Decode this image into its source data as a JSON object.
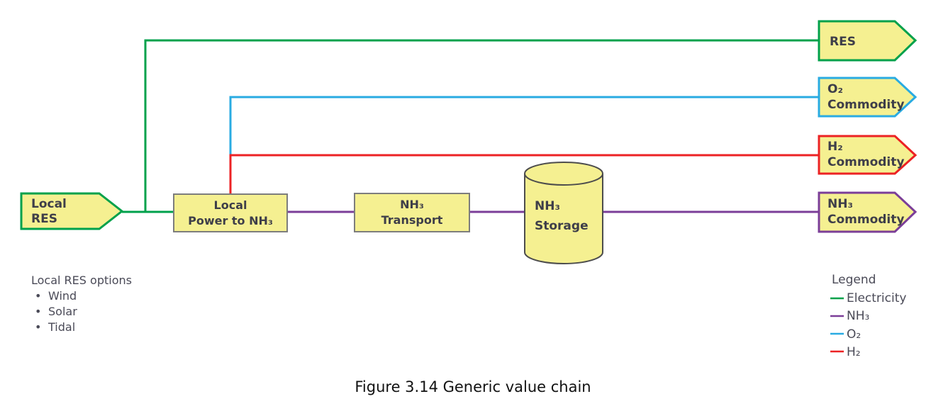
{
  "caption": "Figure 3.14 Generic value chain",
  "palette": {
    "electricity": "#00A14B",
    "ammonia": "#7B3E98",
    "oxygen": "#29ABE2",
    "hydrogen": "#EC2224",
    "node_fill": "#F5F091",
    "node_border_gray": "#7D7D7D",
    "text": "#3E3E49"
  },
  "nodes": {
    "local_res": {
      "line1": "Local",
      "line2": "RES"
    },
    "power_to_nh3": {
      "line1": "Local",
      "line2": "Power to NH₃"
    },
    "nh3_transport": {
      "line1": "NH₃",
      "line2": "Transport"
    },
    "nh3_storage": {
      "line1": "NH₃",
      "line2": "Storage"
    },
    "res": {
      "line1": "RES"
    },
    "o2_commodity": {
      "line1": "O₂",
      "line2": "Commodity"
    },
    "h2_commodity": {
      "line1": "H₂",
      "line2": "Commodity"
    },
    "nh3_commodity": {
      "line1": "NH₃",
      "line2": "Commodity"
    }
  },
  "res_options": {
    "title": "Local RES options",
    "bullet": "•",
    "items": [
      "Wind",
      "Solar",
      "Tidal"
    ]
  },
  "legend": {
    "title": "Legend",
    "items": [
      {
        "label": "Electricity",
        "color": "#00A14B"
      },
      {
        "label": "NH₃",
        "color": "#7B3E98"
      },
      {
        "label": "O₂",
        "color": "#29ABE2"
      },
      {
        "label": "H₂",
        "color": "#EC2224"
      }
    ]
  }
}
